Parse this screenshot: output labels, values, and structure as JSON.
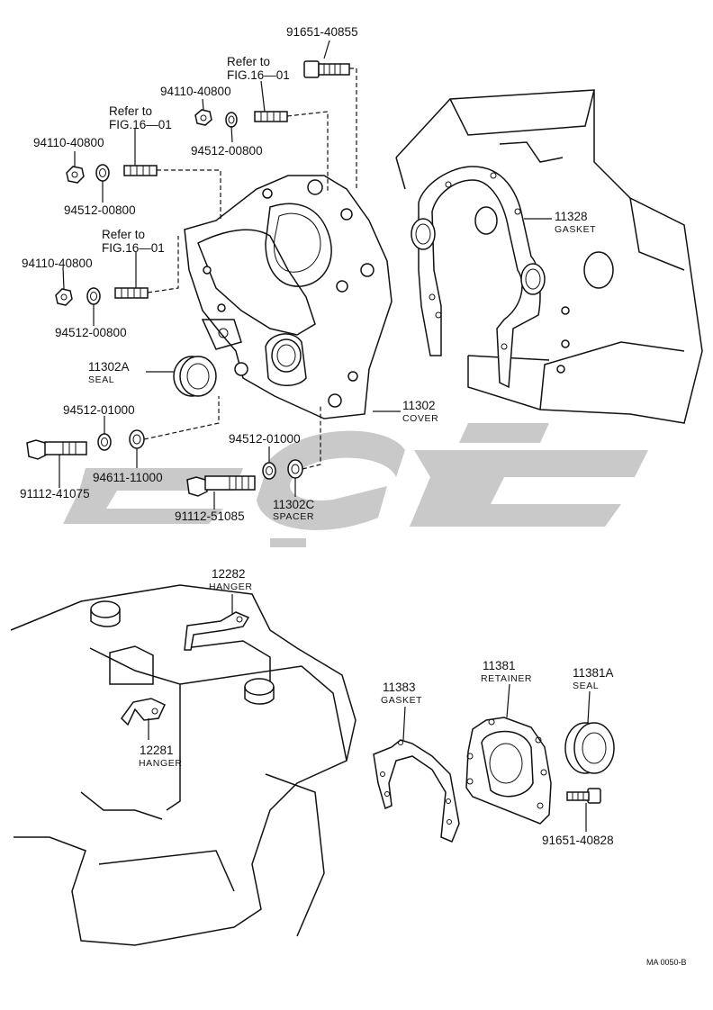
{
  "parts": [
    {
      "id": "p91651_40855",
      "code": "91651-40855"
    },
    {
      "id": "ref1",
      "line1": "Refer to",
      "line2": "FIG.16—01"
    },
    {
      "id": "p94110_40800_a",
      "code": "94110-40800"
    },
    {
      "id": "ref2",
      "line1": "Refer to",
      "line2": "FIG.16—01"
    },
    {
      "id": "p94512_00800_a",
      "code": "94512-00800"
    },
    {
      "id": "p94110_40800_b",
      "code": "94110-40800"
    },
    {
      "id": "p94512_00800_b",
      "code": "94512-00800"
    },
    {
      "id": "ref3",
      "line1": "Refer to",
      "line2": "FIG.16—01"
    },
    {
      "id": "p94110_40800_c",
      "code": "94110-40800"
    },
    {
      "id": "p94512_00800_c",
      "code": "94512-00800"
    },
    {
      "id": "p11328",
      "code": "11328",
      "name": "GASKET"
    },
    {
      "id": "p11302A",
      "code": "11302A",
      "name": "SEAL"
    },
    {
      "id": "p11302",
      "code": "11302",
      "name": "COVER"
    },
    {
      "id": "p94512_01000_a",
      "code": "94512-01000"
    },
    {
      "id": "p94512_01000_b",
      "code": "94512-01000"
    },
    {
      "id": "p94611_11000",
      "code": "94611-11000"
    },
    {
      "id": "p91112_41075",
      "code": "91112-41075"
    },
    {
      "id": "p91112_51085",
      "code": "91112-51085"
    },
    {
      "id": "p11302C",
      "code": "11302C",
      "name": "SPACER"
    },
    {
      "id": "p12282",
      "code": "12282",
      "name": "HANGER"
    },
    {
      "id": "p12281",
      "code": "12281",
      "name": "HANGER"
    },
    {
      "id": "p11383",
      "code": "11383",
      "name": "GASKET"
    },
    {
      "id": "p11381",
      "code": "11381",
      "name": "RETAINER"
    },
    {
      "id": "p11381A",
      "code": "11381A",
      "name": "SEAL"
    },
    {
      "id": "p91651_40828",
      "code": "91651-40828"
    }
  ],
  "figure_code": "MA 0050-B"
}
